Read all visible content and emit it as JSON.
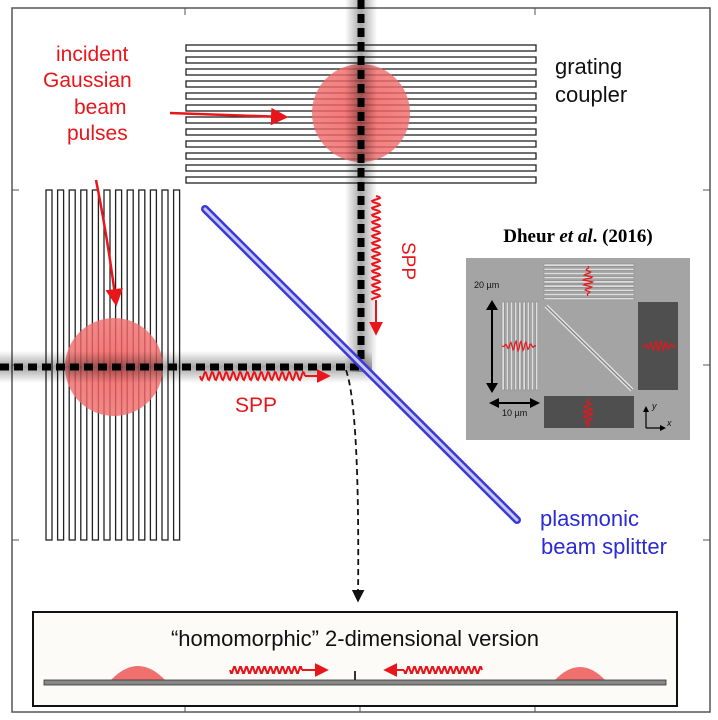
{
  "labels": {
    "incident": "incident",
    "gaussian": "Gaussian",
    "beam": "beam",
    "pulses": "pulses",
    "grating": "grating",
    "coupler": "coupler",
    "spp_vertical": "SPP",
    "spp_horizontal": "SPP",
    "plasmonic": "plasmonic",
    "beam_splitter": "beam splitter"
  },
  "inset": {
    "title_prefix": "Dheur ",
    "title_etal": "et al",
    "title_suffix": ". (2016)",
    "scale_v": "20 µm",
    "scale_h": "10 µm",
    "axis_x": "x",
    "axis_y": "y"
  },
  "bottom_panel": {
    "caption": "“homomorphic” 2-dimensional version"
  },
  "colors": {
    "spp_red": "#e8161b",
    "beam_spot": "#f26b6b",
    "splitter_blue": "#3a3ad8",
    "frame": "#555555"
  }
}
